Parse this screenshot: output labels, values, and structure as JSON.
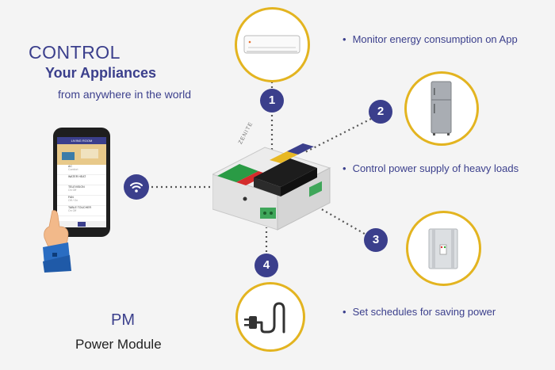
{
  "headline": {
    "control": "CONTROL",
    "appliances": "Your Appliances",
    "anywhere": "from anywhere in the world"
  },
  "product": {
    "code": "PM",
    "name": "Power Module"
  },
  "features": [
    "Monitor energy consumption on App",
    "Control power supply of heavy loads",
    "Set schedules for saving power"
  ],
  "bullet_glyph": "•",
  "steps": [
    "1",
    "2",
    "3",
    "4"
  ],
  "device": {
    "brand": "ZENITE"
  },
  "phone": {
    "room_title": "LIVING ROOM",
    "list": [
      {
        "name": "AC",
        "sub": "Comfort"
      },
      {
        "name": "WATER HEAT",
        "sub": ""
      },
      {
        "name": "TELEVISION",
        "sub": "On Off"
      },
      {
        "name": "FAN",
        "sub": "Off / On"
      },
      {
        "name": "TABLE TOUCHER",
        "sub": "On Off"
      }
    ]
  },
  "colors": {
    "brand": "#3b3f8c",
    "ring": "#e3b420",
    "dots": "#555555"
  },
  "icons": [
    "wifi-icon",
    "air-conditioner-icon",
    "refrigerator-icon",
    "electric-panel-icon",
    "plug-icon",
    "hand-icon"
  ]
}
